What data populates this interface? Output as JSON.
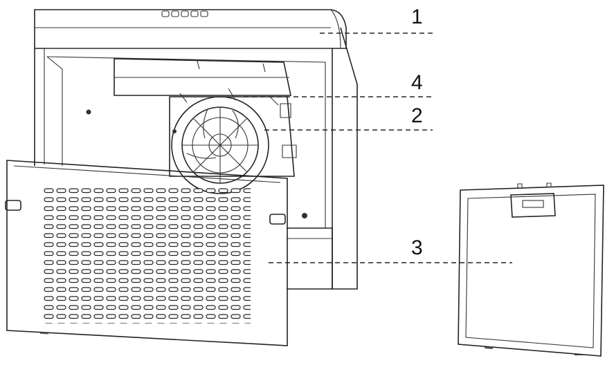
{
  "callouts": [
    {
      "label": "1"
    },
    {
      "label": "4"
    },
    {
      "label": "2"
    },
    {
      "label": "3"
    }
  ]
}
